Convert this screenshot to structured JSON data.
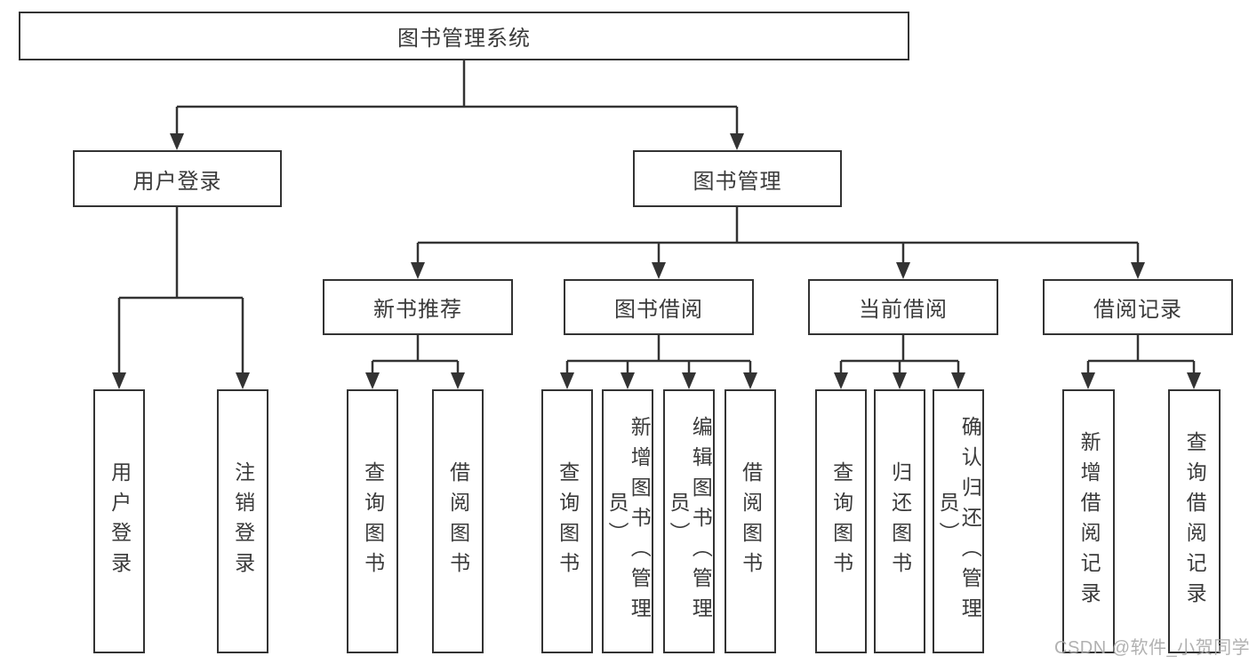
{
  "diagram_title": "图书管理系统",
  "tree": {
    "label": "图书管理系统",
    "children": [
      {
        "label": "用户登录",
        "children": [
          {
            "label": "用户登录"
          },
          {
            "label": "注销登录"
          }
        ]
      },
      {
        "label": "图书管理",
        "children": [
          {
            "label": "新书推荐",
            "children": [
              {
                "label": "查询图书"
              },
              {
                "label": "借阅图书"
              }
            ]
          },
          {
            "label": "图书借阅",
            "children": [
              {
                "label": "查询图书"
              },
              {
                "label": "新增图书（管理员）"
              },
              {
                "label": "编辑图书（管理员）"
              },
              {
                "label": "借阅图书"
              }
            ]
          },
          {
            "label": "当前借阅",
            "children": [
              {
                "label": "查询图书"
              },
              {
                "label": "归还图书"
              },
              {
                "label": "确认归还（管理员）"
              }
            ]
          },
          {
            "label": "借阅记录",
            "children": [
              {
                "label": "新增借阅记录"
              },
              {
                "label": "查询借阅记录"
              }
            ]
          }
        ]
      }
    ]
  },
  "watermark": {
    "text": "CSDN @软件_小贺同学"
  },
  "colors": {
    "line": "#333333",
    "box_border": "#333333",
    "text": "#3a3a3a",
    "watermark": "#a8a8a8",
    "background": "#ffffff"
  }
}
